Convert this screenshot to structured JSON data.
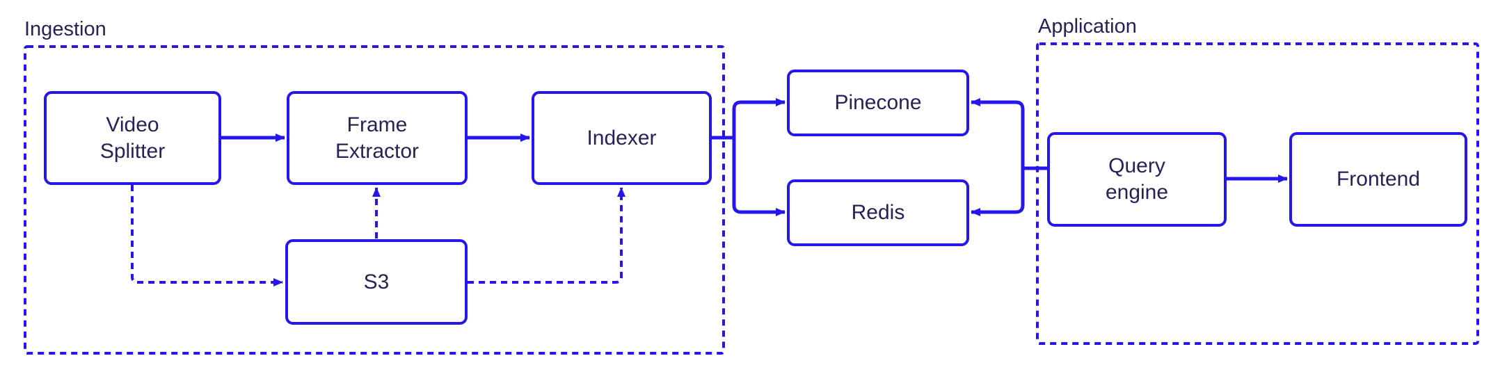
{
  "diagram": {
    "groups": {
      "ingestion": {
        "label": "Ingestion"
      },
      "application": {
        "label": "Application"
      }
    },
    "nodes": {
      "video_splitter": {
        "label": "Video\nSplitter"
      },
      "frame_extractor": {
        "label": "Frame\nExtractor"
      },
      "indexer": {
        "label": "Indexer"
      },
      "s3": {
        "label": "S3"
      },
      "pinecone": {
        "label": "Pinecone"
      },
      "redis": {
        "label": "Redis"
      },
      "query_engine": {
        "label": "Query\nengine"
      },
      "frontend": {
        "label": "Frontend"
      }
    },
    "edges": [
      {
        "from": "video_splitter",
        "to": "frame_extractor",
        "style": "solid"
      },
      {
        "from": "frame_extractor",
        "to": "indexer",
        "style": "solid"
      },
      {
        "from": "indexer",
        "to": "pinecone",
        "style": "solid"
      },
      {
        "from": "indexer",
        "to": "redis",
        "style": "solid"
      },
      {
        "from": "query_engine",
        "to": "pinecone",
        "style": "solid"
      },
      {
        "from": "query_engine",
        "to": "redis",
        "style": "solid"
      },
      {
        "from": "query_engine",
        "to": "frontend",
        "style": "solid"
      },
      {
        "from": "video_splitter",
        "to": "s3",
        "style": "dashed"
      },
      {
        "from": "s3",
        "to": "frame_extractor",
        "style": "dashed"
      },
      {
        "from": "s3",
        "to": "indexer",
        "style": "dashed"
      }
    ],
    "colors": {
      "stroke": "#2616ee",
      "text": "#272155",
      "background": "#ffffff"
    }
  }
}
